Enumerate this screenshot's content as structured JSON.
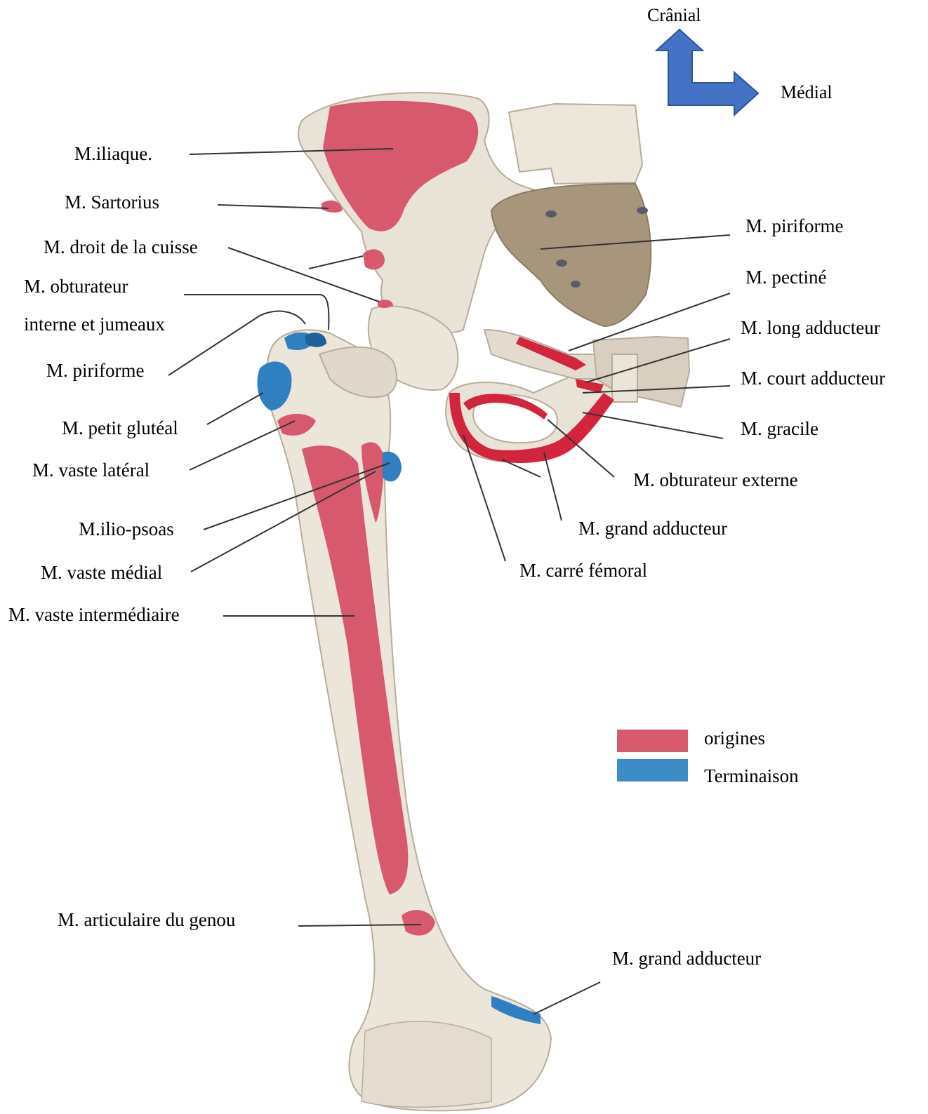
{
  "orientation": {
    "cranial": "Crânial",
    "medial": "Médial",
    "arrow_color": "#4472c4"
  },
  "legend": {
    "origins": {
      "label": "origines",
      "color": "#d6596e"
    },
    "insertions": {
      "label": "Terminaison",
      "color": "#3a8cc6"
    }
  },
  "labels": {
    "iliaque": "M.iliaque.",
    "sartorius": "M. Sartorius",
    "droit_cuisse": "M. droit de la cuisse",
    "obturateur_interne_1": "M. obturateur",
    "obturateur_interne_2": "interne et jumeaux",
    "piriforme_left": "M. piriforme",
    "petit_gluteal": "M. petit glutéal",
    "vaste_lateral": "M. vaste latéral",
    "ilio_psoas": "M.ilio-psoas",
    "vaste_medial": "M. vaste médial",
    "vaste_intermediaire": "M. vaste intermédiaire",
    "articulaire_genou": "M. articulaire du genou",
    "piriforme_right": "M. piriforme",
    "pectine": "M. pectiné",
    "long_adducteur": "M. long adducteur",
    "court_adducteur": "M. court adducteur",
    "gracile": "M. gracile",
    "obturateur_externe": "M. obturateur externe",
    "grand_adducteur_upper": "M. grand adducteur",
    "carre_femoral": "M. carré fémoral",
    "grand_adducteur_lower": "M. grand adducteur"
  },
  "colors": {
    "bone": "#e9e2d6",
    "bone_shadow": "#c9bfae",
    "sacrum": "#a8967c",
    "origin": "#d6596e",
    "insertion": "#2f7fc1"
  }
}
